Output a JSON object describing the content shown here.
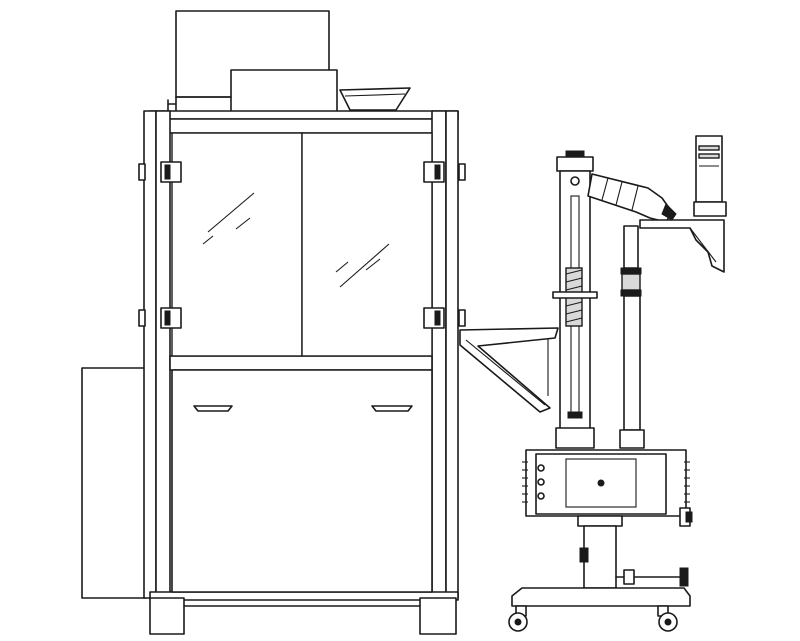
{
  "diagram": {
    "components": [
      {
        "id": "hopper-box"
      },
      {
        "id": "main-cabinet"
      },
      {
        "id": "glass-door-left"
      },
      {
        "id": "glass-door-right"
      },
      {
        "id": "lower-panel"
      },
      {
        "id": "side-box"
      },
      {
        "id": "discharge-chute"
      },
      {
        "id": "dust-collector-column"
      },
      {
        "id": "support-column"
      },
      {
        "id": "control-box"
      },
      {
        "id": "motor-base"
      },
      {
        "id": "caster-cart"
      }
    ],
    "colors": {
      "line": "#1a1a1a",
      "fill": "#ffffff",
      "shade": "#d9d9d9"
    }
  }
}
